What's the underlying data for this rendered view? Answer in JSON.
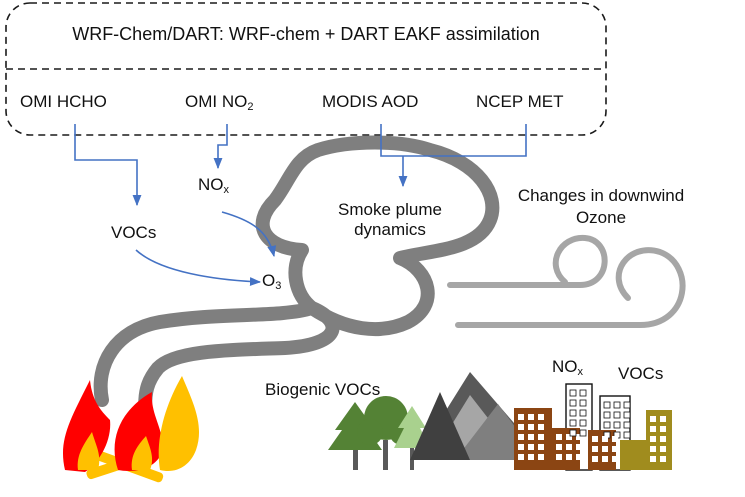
{
  "box": {
    "title": "WRF-Chem/DART: WRF-chem + DART EAKF assimilation",
    "inputs": {
      "omi_hcho": "OMI HCHO",
      "omi_no2": {
        "base": "OMI NO",
        "sub": "2"
      },
      "modis_aod": "MODIS AOD",
      "ncep_met": "NCEP MET"
    }
  },
  "species": {
    "vocs": "VOCs",
    "nox": {
      "base": "NO",
      "sub": "x"
    },
    "o3": {
      "base": "O",
      "sub": "3"
    }
  },
  "plume": {
    "line1": "Smoke plume",
    "line2": "dynamics"
  },
  "downwind": {
    "line1": "Changes in downwind",
    "line2": "Ozone"
  },
  "surface": {
    "biogenic": "Biogenic VOCs",
    "urban_nox": {
      "base": "NO",
      "sub": "x"
    },
    "urban_vocs": "VOCs"
  },
  "colors": {
    "arrow": "#4472c4",
    "plume": "#7f7f7f",
    "wind": "#a6a6a6",
    "fire_red": "#ff0000",
    "fire_yellow": "#ffc000",
    "tree_dark": "#548235",
    "tree_light": "#a9d18e",
    "mountain": "#595959",
    "building": "#8b4513",
    "building_olive": "#a08c1e"
  }
}
